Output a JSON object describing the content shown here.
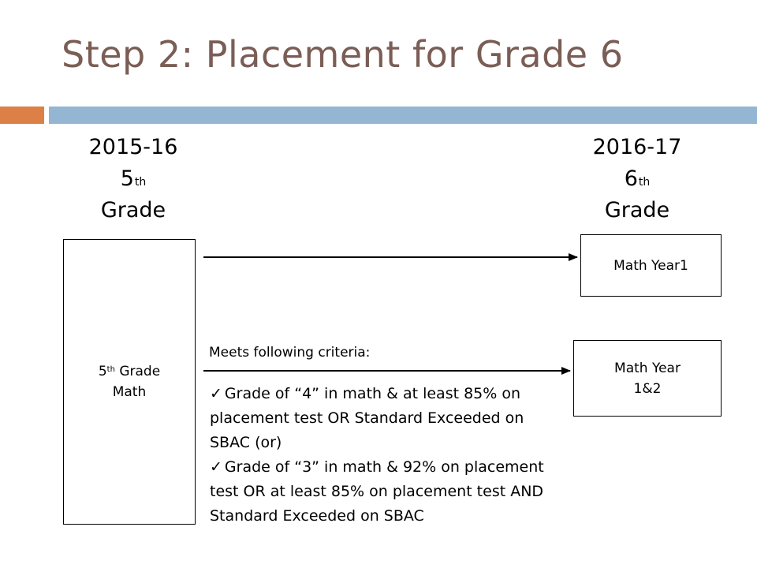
{
  "slide": {
    "title": "Step 2: Placement for Grade 6"
  },
  "columns": {
    "left": {
      "year": "2015-16",
      "grade_num": "5",
      "grade_sup": "th",
      "grade_word": "Grade"
    },
    "right": {
      "year": "2016-17",
      "grade_num": "6",
      "grade_sup": "th",
      "grade_word": "Grade"
    }
  },
  "boxes": {
    "source": {
      "num": "5",
      "sup": "th",
      "line1_rest": " Grade",
      "line2": "Math"
    },
    "target1": {
      "label": "Math Year1"
    },
    "target2": {
      "line1": "Math Year",
      "line2": "1&2"
    }
  },
  "criteria": {
    "heading": "Meets following criteria:",
    "check_glyph": "✓",
    "items": [
      "Grade of “4” in math & at least 85% on placement test OR Standard Exceeded on SBAC (or)",
      "Grade of “3” in math & 92% on placement test OR at least 85% on placement test AND Standard Exceeded on SBAC"
    ]
  },
  "colors": {
    "title": "#7a5e55",
    "accent_bar": "#dd8047",
    "main_bar": "#94b6d2"
  }
}
